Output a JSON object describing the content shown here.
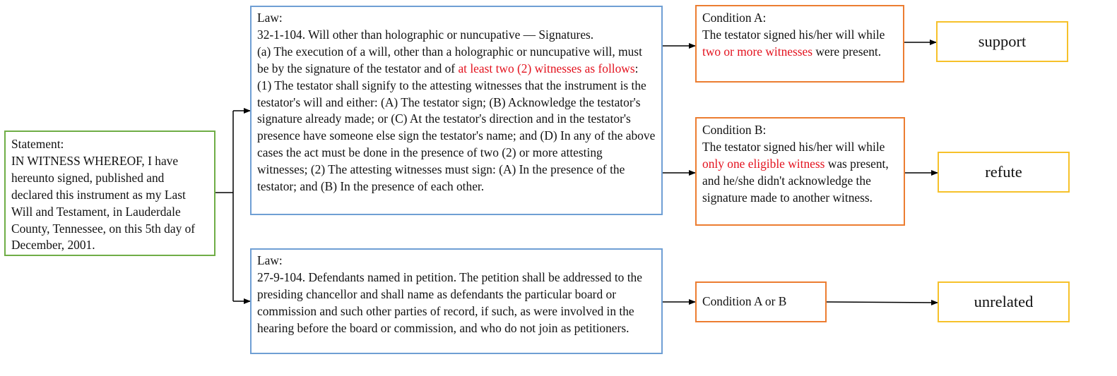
{
  "statement": {
    "heading": "Statement:",
    "text": "IN WITNESS WHEREOF, I have hereunto signed, published and declared this instrument as my Last Will and Testament, in Lauderdale County, Tennessee, on this 5th day of December, 2001."
  },
  "law1": {
    "heading": "Law:",
    "title": "32-1-104. Will other than holographic or nuncupative — Signatures.",
    "text_before": "(a) The execution of a will, other than a holographic or nuncupative will, must be by the signature of the testator and of ",
    "text_highlight": "at least two (2) witnesses as follows",
    "text_after": ": (1) The testator shall signify to the attesting witnesses that the instrument is the testator's will and either: (A) The testator sign; (B) Acknowledge the testator's signature already made; or (C) At the testator's direction and in the testator's presence have someone else sign the testator's name; and (D) In any of the above cases the act must be done in the presence of two (2) or more attesting witnesses; (2) The attesting witnesses must sign: (A) In the presence of the testator; and (B) In the presence of each other."
  },
  "law2": {
    "heading": "Law:",
    "text": "27-9-104. Defendants named in petition. The petition shall be addressed to the presiding chancellor and shall name as defendants the particular board or commission and such other parties of record, if such, as were involved in the hearing before the board or commission, and who do not join as petitioners."
  },
  "condition_a": {
    "heading": "Condition A:",
    "text_before": "The testator signed his/her will while ",
    "text_highlight": "two or more witnesses",
    "text_after": " were present."
  },
  "condition_b": {
    "heading": "Condition B:",
    "text_before": "The testator signed his/her will while ",
    "text_highlight": "only one eligible witness",
    "text_after": " was present, and he/she didn't acknowledge the signature made to another witness."
  },
  "condition_ab": {
    "label": "Condition A or B"
  },
  "outcomes": {
    "support": "support",
    "refute": "refute",
    "unrelated": "unrelated"
  },
  "colors": {
    "statement_border": "#6fad46",
    "law_border": "#6f9fd4",
    "condition_border": "#ec7d31",
    "outcome_border": "#f6c12a",
    "highlight": "#e3121e"
  }
}
